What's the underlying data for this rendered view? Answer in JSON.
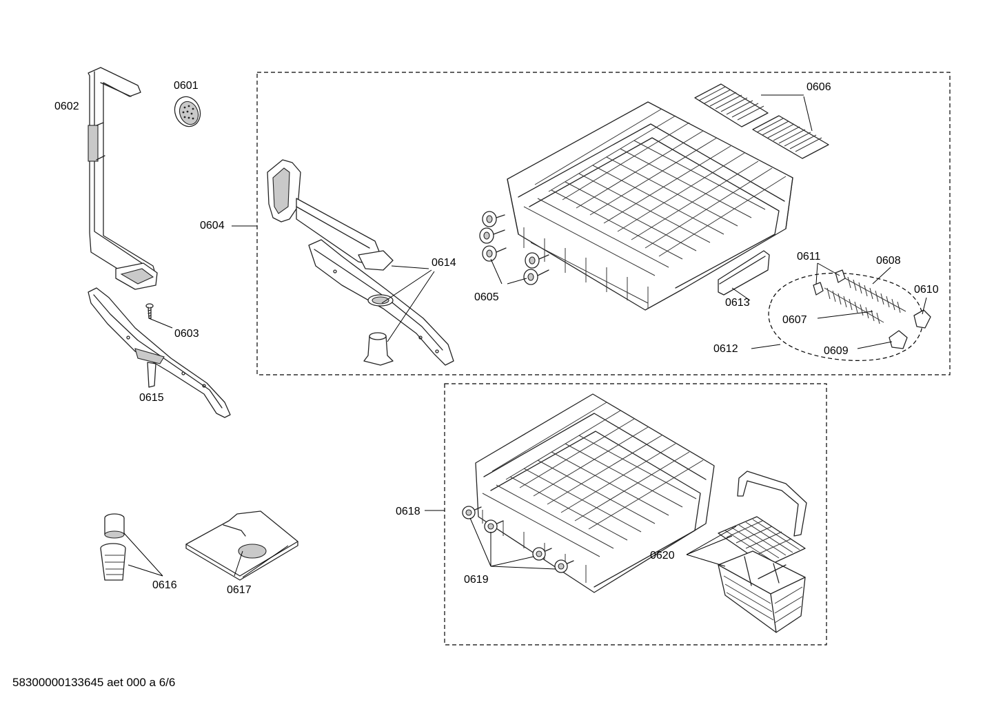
{
  "labels": {
    "p0601": "0601",
    "p0602": "0602",
    "p0603": "0603",
    "p0604": "0604",
    "p0605": "0605",
    "p0606": "0606",
    "p0607": "0607",
    "p0608": "0608",
    "p0609": "0609",
    "p0610": "0610",
    "p0611": "0611",
    "p0612": "0612",
    "p0613": "0613",
    "p0614": "0614",
    "p0615": "0615",
    "p0616": "0616",
    "p0617": "0617",
    "p0618": "0618",
    "p0619": "0619",
    "p0620": "0620"
  },
  "footer": "58300000133645 aet 000 a 6/6"
}
